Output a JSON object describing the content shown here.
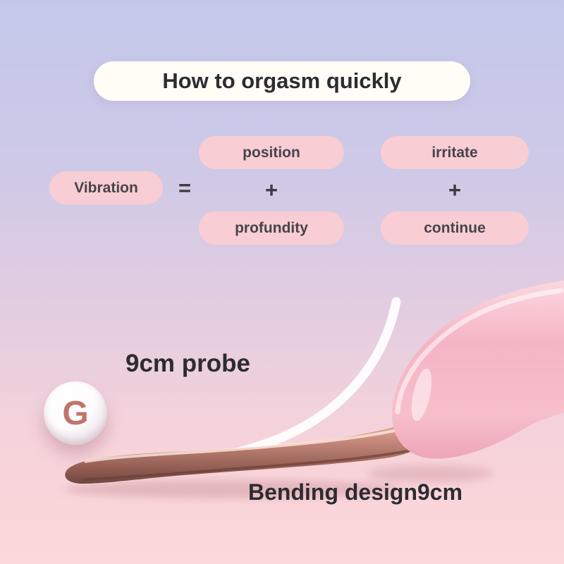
{
  "title": "How to orgasm quickly",
  "equation": {
    "left_term": "Vibration",
    "equals_sign": "=",
    "plus_sign": "+",
    "group1": {
      "top": "position",
      "bottom": "profundity"
    },
    "group2": {
      "top": "irritate",
      "bottom": "continue"
    }
  },
  "annotations": {
    "probe_label": "9cm probe",
    "bend_label": "Bending design9cm",
    "badge_letter": "G"
  },
  "colors": {
    "background_top": "#c3c8ea",
    "background_bottom": "#fdd8da",
    "pill_pink": "#f8cdd3",
    "title_pill_bg": "#fffdf6",
    "text_dark": "#2c2c31",
    "product_pink": "#f5b4c3",
    "metal_rose_gold": "#b0766a"
  }
}
